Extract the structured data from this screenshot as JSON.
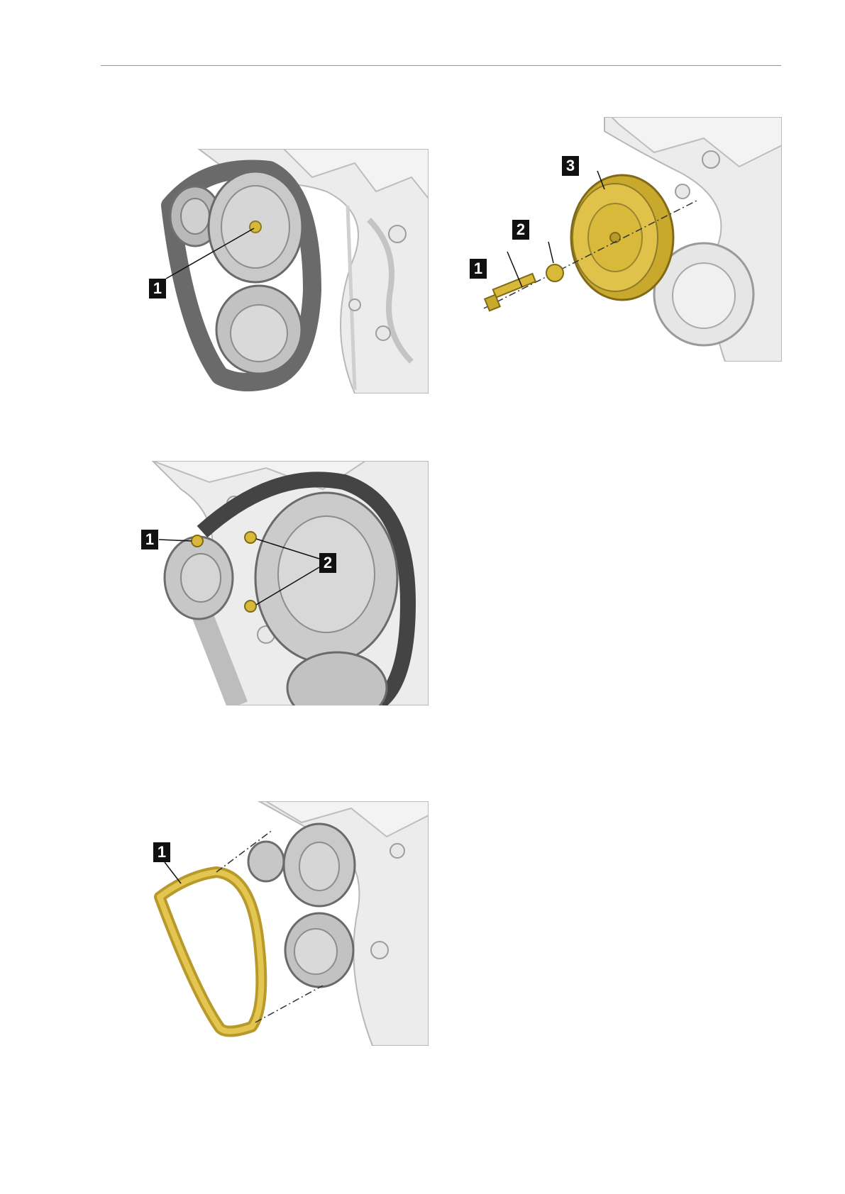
{
  "figures": [
    {
      "id": "fig-1",
      "callouts": [
        "1"
      ]
    },
    {
      "id": "fig-2",
      "callouts": [
        "1",
        "2",
        "3"
      ]
    },
    {
      "id": "fig-3",
      "callouts": [
        "1",
        "2"
      ]
    },
    {
      "id": "fig-4",
      "callouts": [
        "1"
      ]
    }
  ],
  "colors": {
    "highlight": "#d8b93a",
    "belt": "#5a5a5a",
    "engine_grey": "#e2e2e2",
    "callout_bg": "#111111"
  }
}
